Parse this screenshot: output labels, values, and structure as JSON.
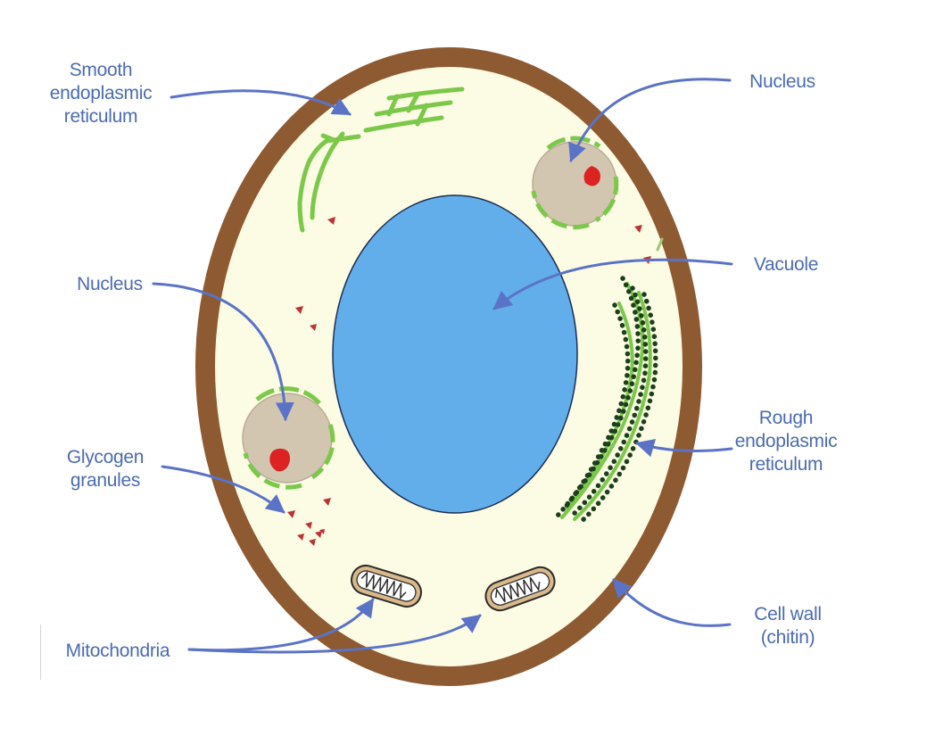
{
  "colors": {
    "cell_wall": "#8d5a31",
    "cytoplasm": "#fcfbe4",
    "vacuole": "#62aeea",
    "nucleus": "#d3c6b1",
    "nucleolus": "#dd2222",
    "membrane_green": "#7cc84a",
    "rough_er_dots": "#1c3f1c",
    "glycogen": "#bb3333",
    "label_text": "#4a6bb4",
    "arrow": "#5b73c6"
  },
  "labels": {
    "smooth_er": [
      "Smooth",
      "endoplasmic",
      "reticulum"
    ],
    "nucleus_top": [
      "Nucleus"
    ],
    "vacuole": [
      "Vacuole"
    ],
    "nucleus_left": [
      "Nucleus"
    ],
    "rough_er": [
      "Rough",
      "endoplasmic",
      "reticulum"
    ],
    "glycogen": [
      "Glycogen",
      "granules"
    ],
    "cell_wall": [
      "Cell wall",
      "(chitin)"
    ],
    "mitochondria": [
      "Mitochondria"
    ]
  }
}
